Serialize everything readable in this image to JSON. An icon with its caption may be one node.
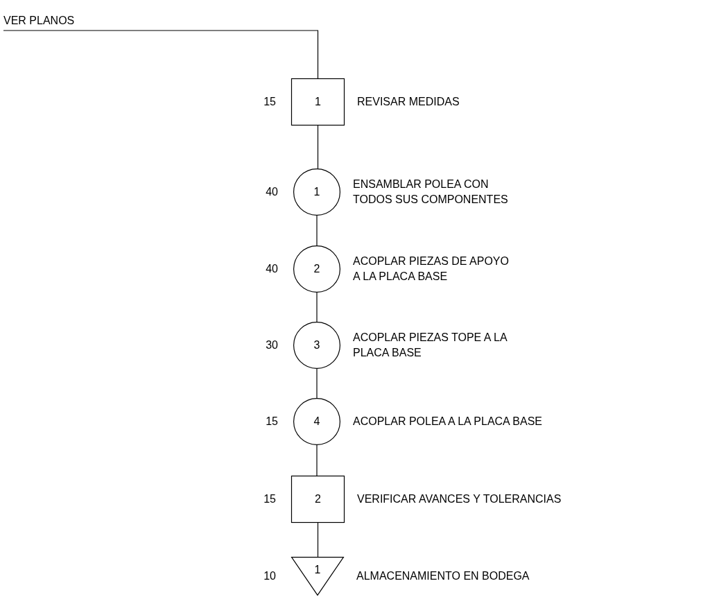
{
  "diagram": {
    "nodes": [
      {
        "text": [
          "VER PLANOS"
        ]
      },
      {
        "text": [
          "1"
        ],
        "beside": [
          "15",
          "REVISAR MEDIDAS"
        ]
      },
      {
        "text": [
          "1"
        ],
        "beside": [
          "40",
          "ENSAMBLAR POLEA CON TODOS SUS COMPONENTES"
        ]
      },
      {
        "text": [
          "2"
        ],
        "beside": [
          "40",
          "ACOPLAR PIEZAS DE APOYO A LA PLACA BASE"
        ]
      },
      {
        "text": [
          "3"
        ],
        "beside": [
          "30",
          "ACOPLAR PIEZAS TOPE A LA PLACA BASE"
        ]
      },
      {
        "text": [
          "4"
        ],
        "beside": [
          "15",
          "ACOPLAR POLEA A LA PLACA BASE"
        ]
      },
      {
        "text": [
          "2"
        ],
        "beside": [
          "15",
          "VERIFICAR AVANCES Y TOLERANCIAS"
        ]
      },
      {
        "text": [
          "1"
        ],
        "beside": [
          "10",
          "ALMACENAMIENTO EN BODEGA"
        ]
      }
    ],
    "edges": [
      {
        "from": 0,
        "to": 1,
        "arrow": "none"
      },
      {
        "from": 1,
        "to": 2,
        "arrow": "none"
      },
      {
        "from": 2,
        "to": 3,
        "arrow": "none"
      },
      {
        "from": 3,
        "to": 4,
        "arrow": "none"
      },
      {
        "from": 4,
        "to": 5,
        "arrow": "none"
      },
      {
        "from": 5,
        "to": 6,
        "arrow": "none"
      },
      {
        "from": 6,
        "to": 7,
        "arrow": "none"
      }
    ]
  }
}
